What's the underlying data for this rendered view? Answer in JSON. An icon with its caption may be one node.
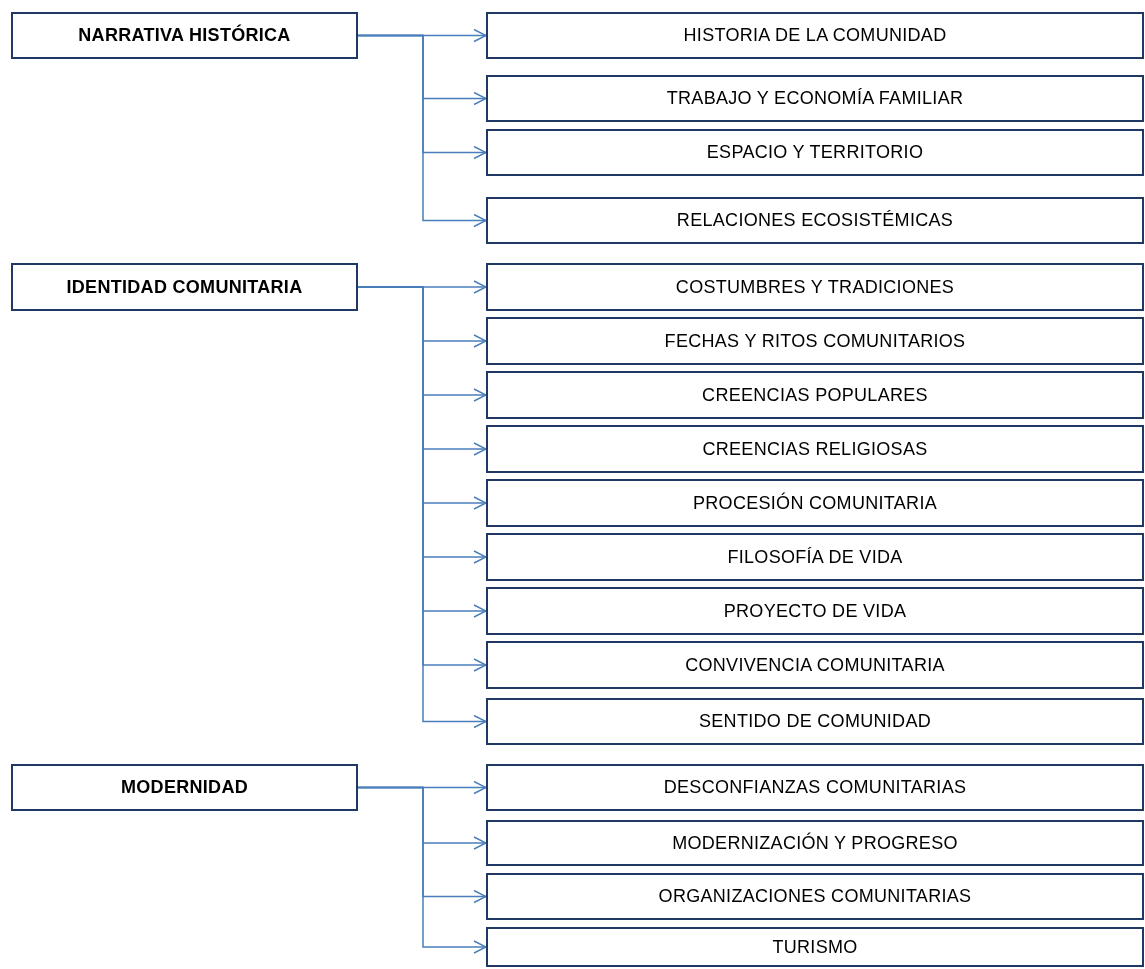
{
  "diagram": {
    "nodes": [
      {
        "text": [
          "NARRATIVA HISTÓRICA"
        ]
      },
      {
        "text": [
          "HISTORIA DE LA COMUNIDAD"
        ]
      },
      {
        "text": [
          "TRABAJO Y ECONOMÍA FAMILIAR"
        ]
      },
      {
        "text": [
          "ESPACIO Y TERRITORIO"
        ]
      },
      {
        "text": [
          "RELACIONES ECOSISTÉMICAS"
        ]
      },
      {
        "text": [
          "IDENTIDAD COMUNITARIA"
        ]
      },
      {
        "text": [
          "COSTUMBRES Y TRADICIONES"
        ]
      },
      {
        "text": [
          "FECHAS Y RITOS COMUNITARIOS"
        ]
      },
      {
        "text": [
          "CREENCIAS POPULARES"
        ]
      },
      {
        "text": [
          "CREENCIAS RELIGIOSAS"
        ]
      },
      {
        "text": [
          "PROCESIÓN COMUNITARIA"
        ]
      },
      {
        "text": [
          "FILOSOFÍA DE VIDA"
        ]
      },
      {
        "text": [
          "PROYECTO DE VIDA"
        ]
      },
      {
        "text": [
          "CONVIVENCIA COMUNITARIA"
        ]
      },
      {
        "text": [
          "SENTIDO DE COMUNIDAD"
        ]
      },
      {
        "text": [
          "MODERNIDAD"
        ]
      },
      {
        "text": [
          "DESCONFIANZAS COMUNITARIAS"
        ]
      },
      {
        "text": [
          "MODERNIZACIÓN Y PROGRESO"
        ]
      },
      {
        "text": [
          "ORGANIZACIONES COMUNITARIAS"
        ]
      },
      {
        "text": [
          "TURISMO"
        ]
      }
    ],
    "edges": [
      {
        "from": 0,
        "to": 1,
        "arrow": "to"
      },
      {
        "from": 0,
        "to": 2,
        "arrow": "to"
      },
      {
        "from": 0,
        "to": 3,
        "arrow": "to"
      },
      {
        "from": 0,
        "to": 4,
        "arrow": "to"
      },
      {
        "from": 5,
        "to": 6,
        "arrow": "to"
      },
      {
        "from": 5,
        "to": 7,
        "arrow": "to"
      },
      {
        "from": 5,
        "to": 8,
        "arrow": "to"
      },
      {
        "from": 5,
        "to": 9,
        "arrow": "to"
      },
      {
        "from": 5,
        "to": 10,
        "arrow": "to"
      },
      {
        "from": 5,
        "to": 11,
        "arrow": "to"
      },
      {
        "from": 5,
        "to": 12,
        "arrow": "to"
      },
      {
        "from": 5,
        "to": 13,
        "arrow": "to"
      },
      {
        "from": 5,
        "to": 14,
        "arrow": "to"
      },
      {
        "from": 15,
        "to": 16,
        "arrow": "to"
      },
      {
        "from": 15,
        "to": 17,
        "arrow": "to"
      },
      {
        "from": 15,
        "to": 18,
        "arrow": "to"
      },
      {
        "from": 15,
        "to": 19,
        "arrow": "to"
      }
    ]
  }
}
